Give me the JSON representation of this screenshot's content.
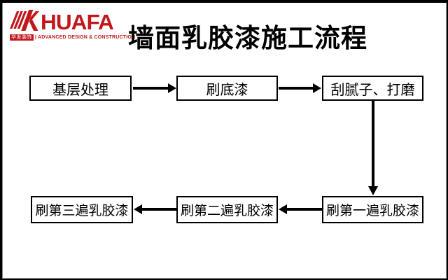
{
  "title": "墙面乳胶漆施工流程",
  "logo": {
    "brand": "HUAFA",
    "icon": "huafa-striped-k-mark",
    "tagline_cn": "华发装饰",
    "tagline_en": "| ADVANCED DESIGN & CONSTRUCTION",
    "brand_color": "#c0181d"
  },
  "colors": {
    "background": "#ffffff",
    "frame": "#000000",
    "box_border": "#000000",
    "arrow": "#000000",
    "accent_red": "#c0181d",
    "title_text": "#000000"
  },
  "flowchart": {
    "nodes": [
      {
        "id": "step-1",
        "label": "基层处理"
      },
      {
        "id": "step-2",
        "label": "刷底漆"
      },
      {
        "id": "step-3",
        "label": "刮腻子、打磨"
      },
      {
        "id": "step-4",
        "label": "刷第一遍乳胶漆"
      },
      {
        "id": "step-5",
        "label": "刷第二遍乳胶漆"
      },
      {
        "id": "step-6",
        "label": "刷第三遍乳胶漆"
      }
    ],
    "connections": [
      {
        "from": "基层处理",
        "to": "刷底漆",
        "direction": "right"
      },
      {
        "from": "刷底漆",
        "to": "刮腻子、打磨",
        "direction": "right"
      },
      {
        "from": "刮腻子、打磨",
        "to": "刷第一遍乳胶漆",
        "direction": "down"
      },
      {
        "from": "刷第一遍乳胶漆",
        "to": "刷第二遍乳胶漆",
        "direction": "left"
      },
      {
        "from": "刷第二遍乳胶漆",
        "to": "刷第三遍乳胶漆",
        "direction": "left"
      }
    ]
  }
}
